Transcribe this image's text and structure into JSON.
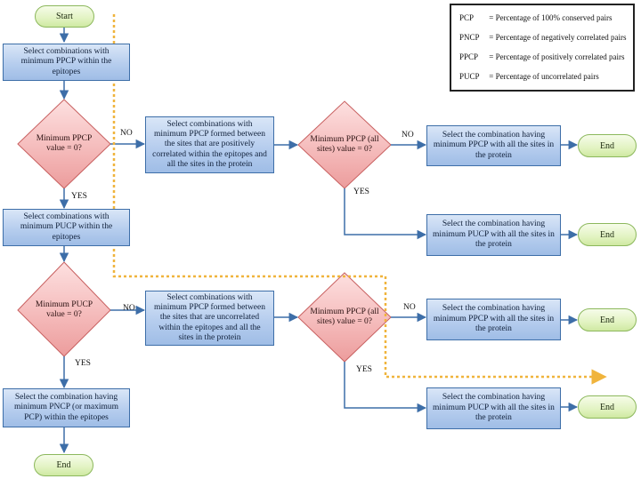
{
  "legend": [
    {
      "abbr": "PCP",
      "text": "= Percentage of 100% conserved pairs"
    },
    {
      "abbr": "PNCP",
      "text": "= Percentage of negatively correlated pairs"
    },
    {
      "abbr": "PPCP",
      "text": "= Percentage of positively correlated pairs"
    },
    {
      "abbr": "PUCP",
      "text": "= Percentage of uncorrelated pairs"
    }
  ],
  "nodes": {
    "start": "Start",
    "box1": "Select combinations with minimum PPCP within the epitopes",
    "diamond1": "Minimum PPCP value = 0?",
    "box2": "Select combinations with minimum PUCP within the epitopes",
    "diamond2": "Minimum PUCP value = 0?",
    "box3": "Select the combination having minimum PNCP (or maximum PCP) within the epitopes",
    "end_left": "End",
    "box_mid1": "Select combinations with minimum PPCP formed between the sites that are positively correlated within the epitopes and all the sites in the protein",
    "diamond_mid1": "Minimum PPCP (all sites) value = 0?",
    "box_mid2": "Select combinations with minimum PPCP formed between the sites that are uncorrelated within the epitopes and all the sites in the protein",
    "diamond_mid2": "Minimum PPCP (all sites) value = 0?",
    "box_r1": "Select the combination having minimum PPCP with all the sites in the protein",
    "box_r2": "Select the combination having minimum PUCP with all the sites in the protein",
    "box_r3": "Select the combination having minimum PPCP with all the sites in the protein",
    "box_r4": "Select the combination having minimum PUCP with all the sites in the protein",
    "end_r1": "End",
    "end_r2": "End",
    "end_r3": "End",
    "end_r4": "End"
  },
  "edge_labels": {
    "no1": "NO",
    "yes1": "YES",
    "no2": "NO",
    "yes2": "YES",
    "no3": "NO",
    "yes3": "YES",
    "no4": "NO",
    "yes4": "YES"
  },
  "colors": {
    "process_fill": "#b6cdee",
    "process_border": "#3d6ea8",
    "decision_fill": "#f4b8b8",
    "decision_border": "#c86060",
    "terminal_fill": "#e2f3c2",
    "terminal_border": "#8cb85c",
    "arrow": "#3d6ea8",
    "dashed_path": "#f0b43c"
  }
}
